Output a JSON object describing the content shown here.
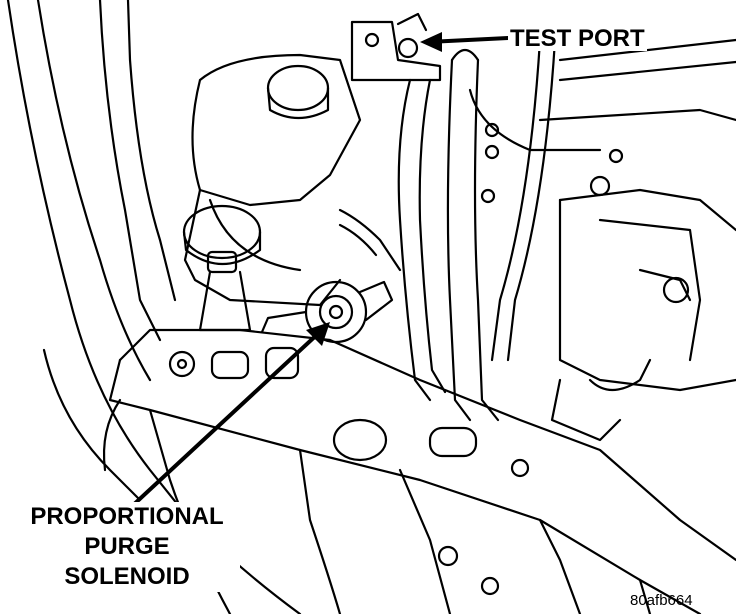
{
  "callouts": {
    "test_port": "TEST PORT",
    "purge_solenoid": [
      "PROPORTIONAL",
      "PURGE",
      "SOLENOID"
    ]
  },
  "figure_id": "80afb664",
  "colors": {
    "line": "#000000",
    "background": "#ffffff"
  }
}
